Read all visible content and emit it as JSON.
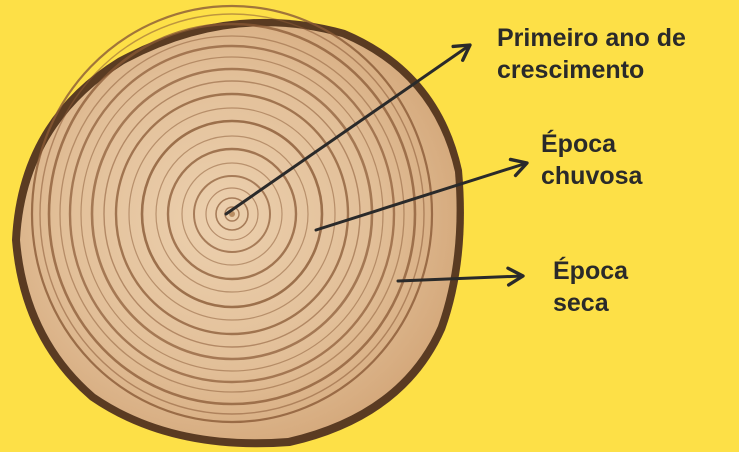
{
  "labels": {
    "first_year": {
      "line1": "Primeiro ano de",
      "line2": "crescimento"
    },
    "rainy_season": {
      "line1": "Época",
      "line2": "chuvosa"
    },
    "dry_season": {
      "line1": "Época",
      "line2": "seca"
    }
  },
  "colors": {
    "background": "#fde047",
    "wood_light": "#e7c7a3",
    "wood_mid": "#d9b48c",
    "ring_dark": "#8a5a36",
    "bark": "#5a3b22",
    "arrow": "#2a2a2a",
    "text": "#2a2a2a"
  },
  "icons": [
    "tree-ring-cross-section",
    "arrow-icon"
  ]
}
